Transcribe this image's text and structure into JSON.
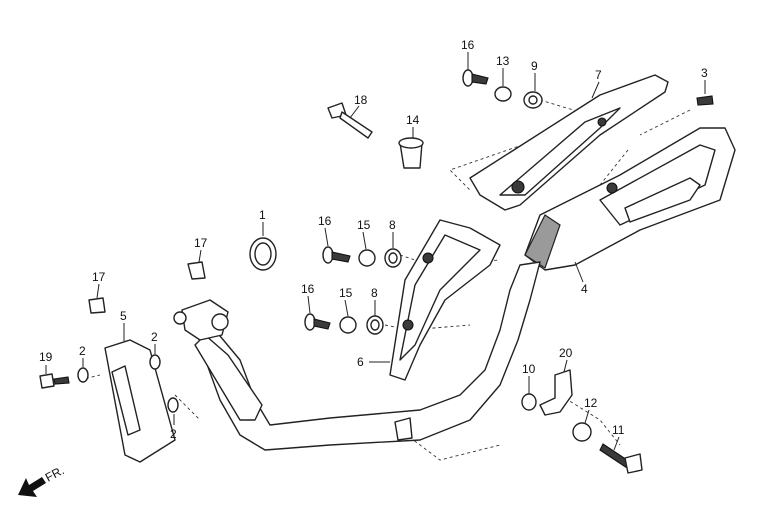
{
  "labels": [
    {
      "id": "label-16-top",
      "text": "16"
    },
    {
      "id": "label-13",
      "text": "13"
    },
    {
      "id": "label-9",
      "text": "9"
    },
    {
      "id": "label-7",
      "text": "7"
    },
    {
      "id": "label-3",
      "text": "3"
    },
    {
      "id": "label-18",
      "text": "18"
    },
    {
      "id": "label-14",
      "text": "14"
    },
    {
      "id": "label-1",
      "text": "1"
    },
    {
      "id": "label-16-mid",
      "text": "16"
    },
    {
      "id": "label-15-mid",
      "text": "15"
    },
    {
      "id": "label-8-mid",
      "text": "8"
    },
    {
      "id": "label-17-a",
      "text": "17"
    },
    {
      "id": "label-17-b",
      "text": "17"
    },
    {
      "id": "label-16-low",
      "text": "16"
    },
    {
      "id": "label-15-low",
      "text": "15"
    },
    {
      "id": "label-8-low",
      "text": "8"
    },
    {
      "id": "label-4",
      "text": "4"
    },
    {
      "id": "label-5",
      "text": "5"
    },
    {
      "id": "label-2-a",
      "text": "2"
    },
    {
      "id": "label-2-b",
      "text": "2"
    },
    {
      "id": "label-2-c",
      "text": "2"
    },
    {
      "id": "label-19",
      "text": "19"
    },
    {
      "id": "label-6",
      "text": "6"
    },
    {
      "id": "label-20",
      "text": "20"
    },
    {
      "id": "label-10",
      "text": "10"
    },
    {
      "id": "label-12",
      "text": "12"
    },
    {
      "id": "label-11",
      "text": "11"
    }
  ],
  "direction": {
    "text": "FR."
  }
}
